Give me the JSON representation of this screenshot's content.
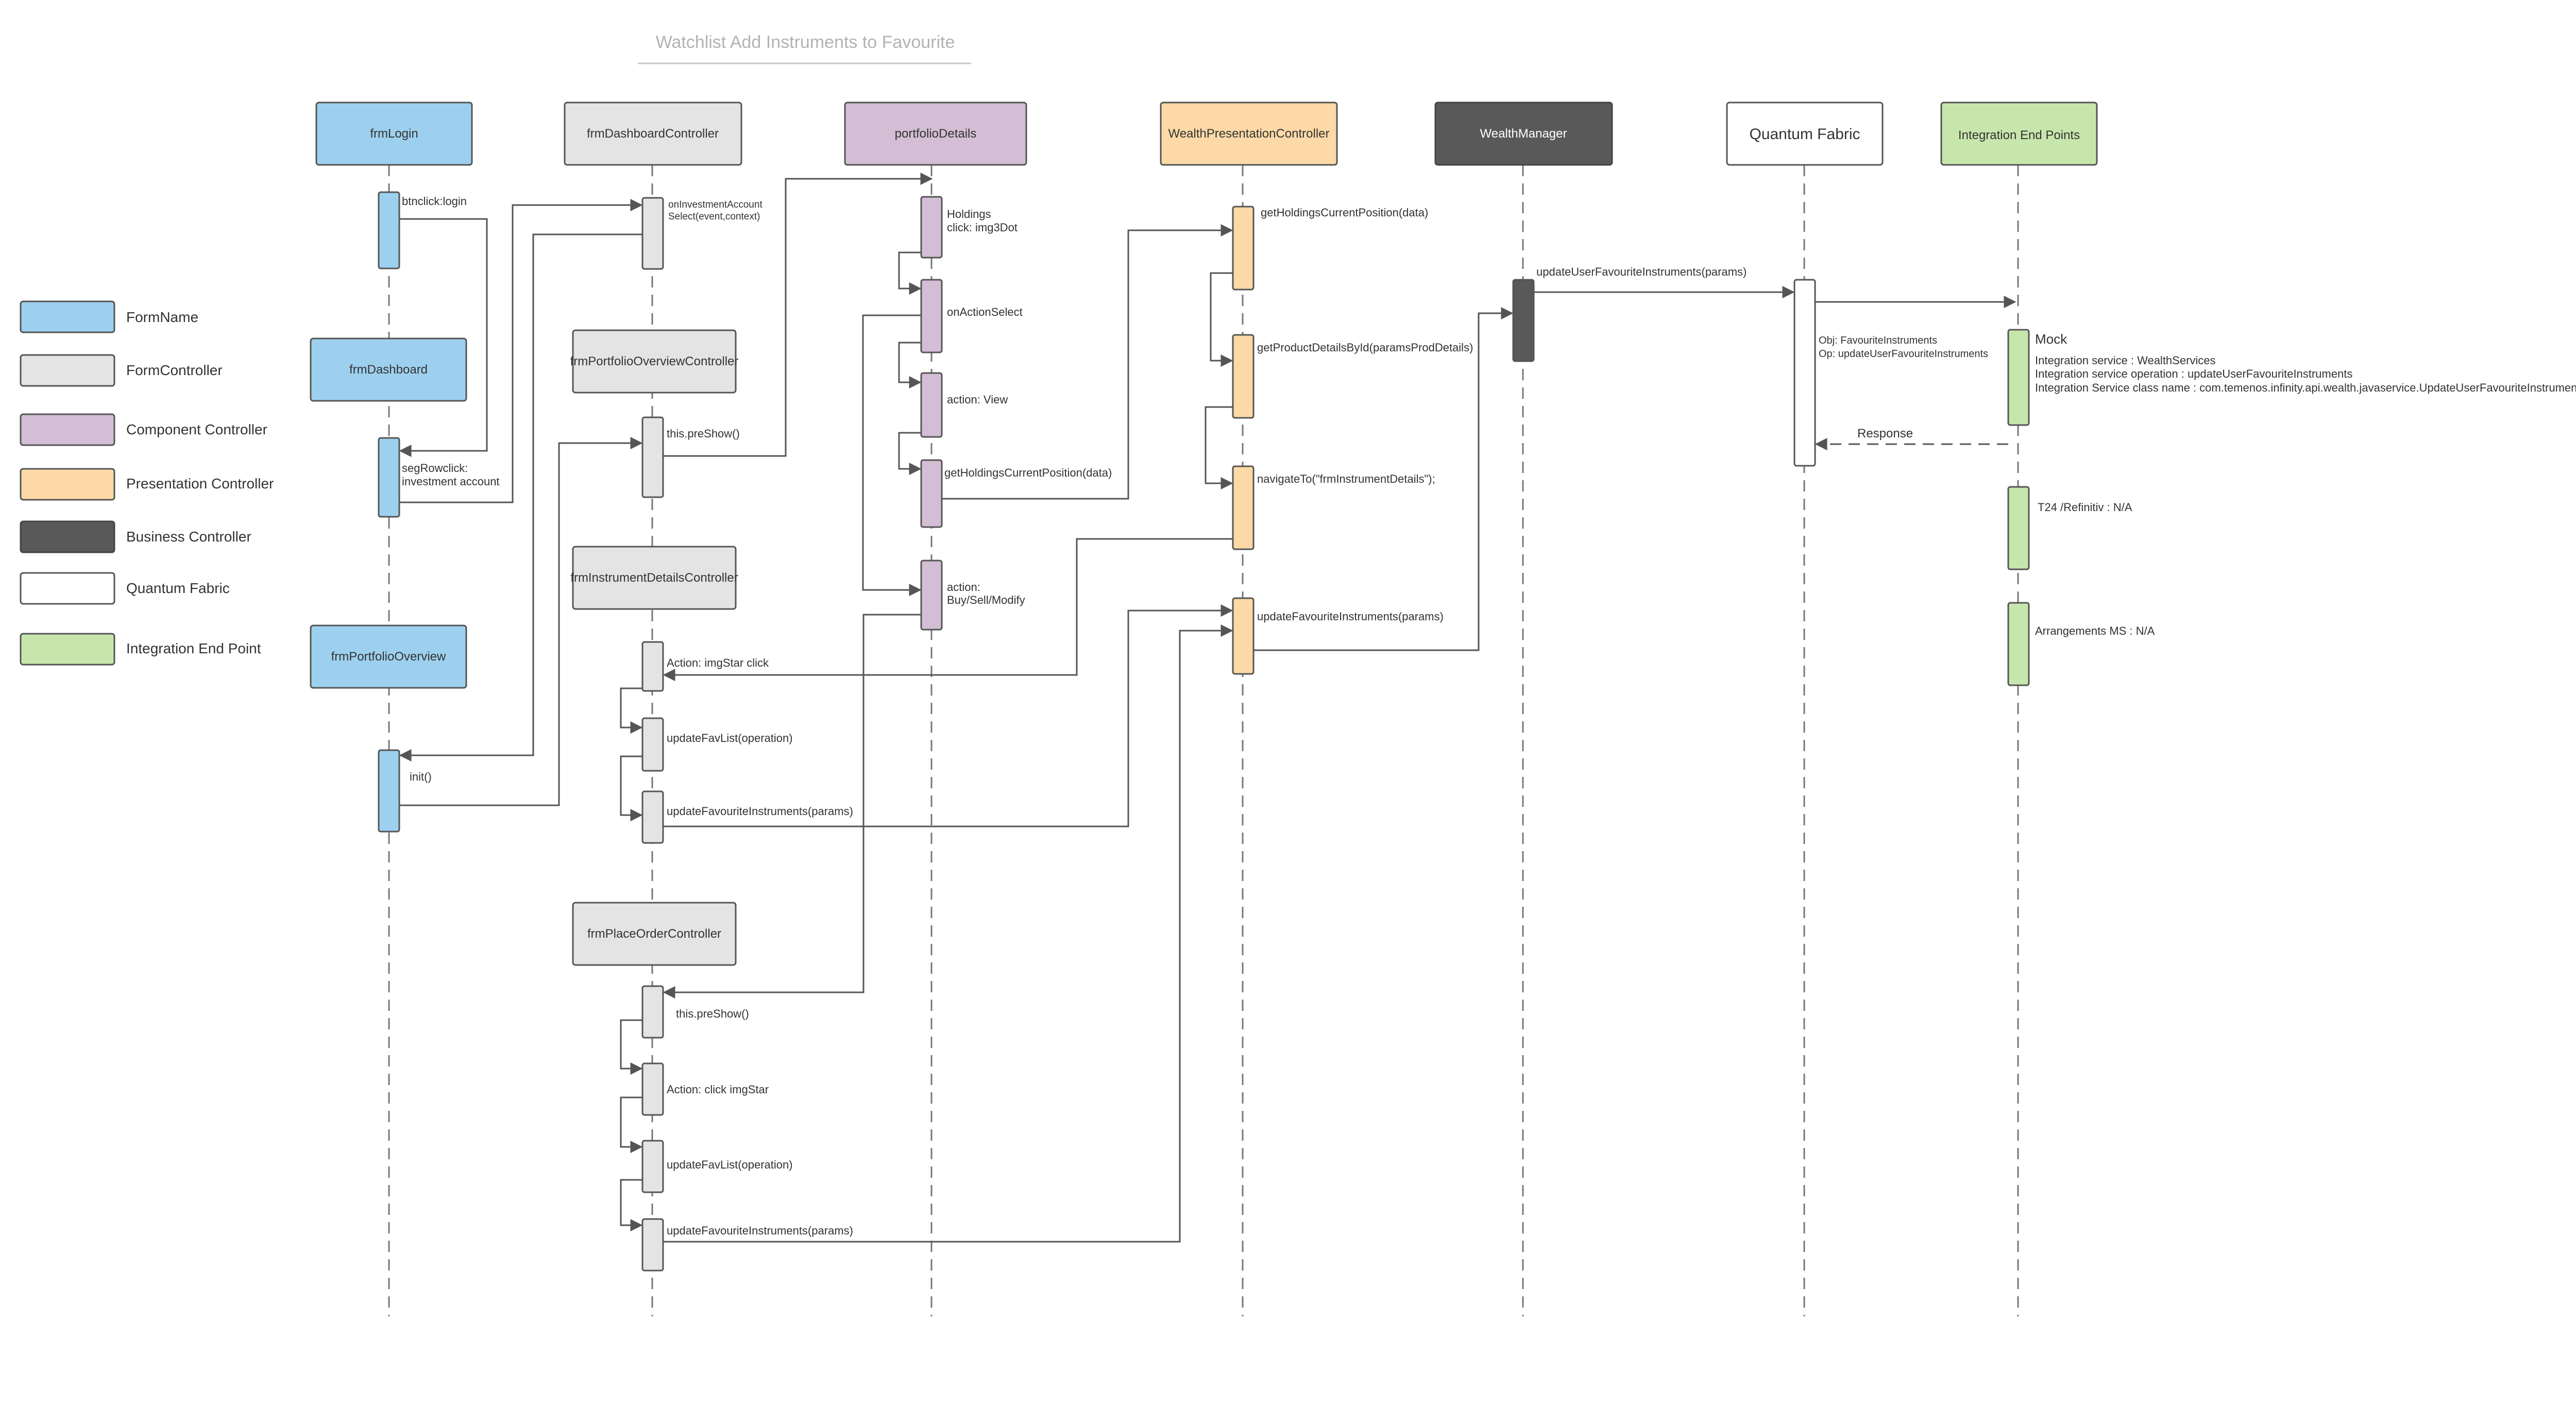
{
  "title": "Watchlist Add Instruments to Favourite",
  "colors": {
    "form": "#9dd0ef",
    "form_controller": "#e4e4e4",
    "component_controller": "#d3bed5",
    "presentation_controller": "#fcd9a6",
    "business_controller": "#595959",
    "quantum_fabric": "#ffffff",
    "integration_end_point": "#c7e6ac",
    "stroke": "#555555",
    "text": "#333333"
  },
  "legend": [
    {
      "label": "FormName",
      "kind": "form"
    },
    {
      "label": "FormController",
      "kind": "form_controller"
    },
    {
      "label": "Component Controller",
      "kind": "component_controller"
    },
    {
      "label": "Presentation Controller",
      "kind": "presentation_controller"
    },
    {
      "label": "Business Controller",
      "kind": "business_controller"
    },
    {
      "label": "Quantum Fabric",
      "kind": "quantum_fabric"
    },
    {
      "label": "Integration End Point",
      "kind": "integration_end_point"
    }
  ],
  "participants": [
    {
      "id": "frmLogin",
      "label": "frmLogin",
      "kind": "form"
    },
    {
      "id": "frmDashboardController",
      "label": "frmDashboardController",
      "kind": "form_controller"
    },
    {
      "id": "portfolioDetails",
      "label": "portfolioDetails",
      "kind": "component_controller"
    },
    {
      "id": "WealthPresentationController",
      "label": "WealthPresentationController",
      "kind": "presentation_controller"
    },
    {
      "id": "WealthManager",
      "label": "WealthManager",
      "kind": "business_controller"
    },
    {
      "id": "QuantumFabric",
      "label": "Quantum Fabric",
      "kind": "quantum_fabric"
    },
    {
      "id": "IntegrationEndPoints",
      "label": "Integration End Points",
      "kind": "integration_end_point"
    }
  ],
  "secondary_boxes": [
    {
      "id": "frmDashboard",
      "label": "frmDashboard",
      "kind": "form"
    },
    {
      "id": "frmPortfolioOverview",
      "label": "frmPortfolioOverview",
      "kind": "form"
    },
    {
      "id": "frmPortfolioOverviewController",
      "label": "frmPortfolioOverviewController",
      "kind": "form_controller"
    },
    {
      "id": "frmInstrumentDetailsController",
      "label": "frmInstrumentDetailsController",
      "kind": "form_controller"
    },
    {
      "id": "frmPlaceOrderController",
      "label": "frmPlaceOrderController",
      "kind": "form_controller"
    }
  ],
  "messages": {
    "btnclick_login": "btnclick:login",
    "on_investment_account_1": "onInvestmentAccount",
    "on_investment_account_2": "Select(event,context)",
    "seg_row_click_1": "segRowclick:",
    "seg_row_click_2": "investment account",
    "this_preshow_1": "this.preShow()",
    "holdings_1": "Holdings",
    "holdings_2": "click: img3Dot",
    "on_action_select": "onActionSelect",
    "action_view": "action: View",
    "get_holdings_cp_1": "getHoldingsCurrentPosition(data)",
    "action_buy_1": "action:",
    "action_buy_2": "Buy/Sell/Modify",
    "get_holdings_cp_2": "getHoldingsCurrentPosition(data)",
    "get_product_details": "getProductDetailsById(paramsProdDetails)",
    "navigate_to": "navigateTo(\"frmInstrumentDetails\");",
    "update_fav_pc": "updateFavouriteInstruments(params)",
    "update_user_fav": "updateUserFavouriteInstruments(params)",
    "qf_obj": "Obj: FavouriteInstruments",
    "qf_op": "Op: updateUserFavouriteInstruments",
    "response": "Response",
    "mock_title": "Mock",
    "mock_line_1": "Integration service : WealthServices",
    "mock_line_2": "Integration service operation : updateUserFavouriteInstruments",
    "mock_line_3": "Integration Service class name : com.temenos.infinity.api.wealth.javaservice.UpdateUserFavouriteInstruments",
    "t24": "T24 /Refinitiv : N/A",
    "arrangements": "Arrangements MS : N/A",
    "action_imgstar_click": "Action: imgStar click",
    "update_fav_list_1": "updateFavList(operation)",
    "update_fav_instr_1": "updateFavouriteInstruments(params)",
    "init": "init()",
    "this_preshow_2": "this.preShow()",
    "action_click_imgstar": "Action: click imgStar",
    "update_fav_list_2": "updateFavList(operation)",
    "update_fav_instr_2": "updateFavouriteInstruments(params)"
  }
}
